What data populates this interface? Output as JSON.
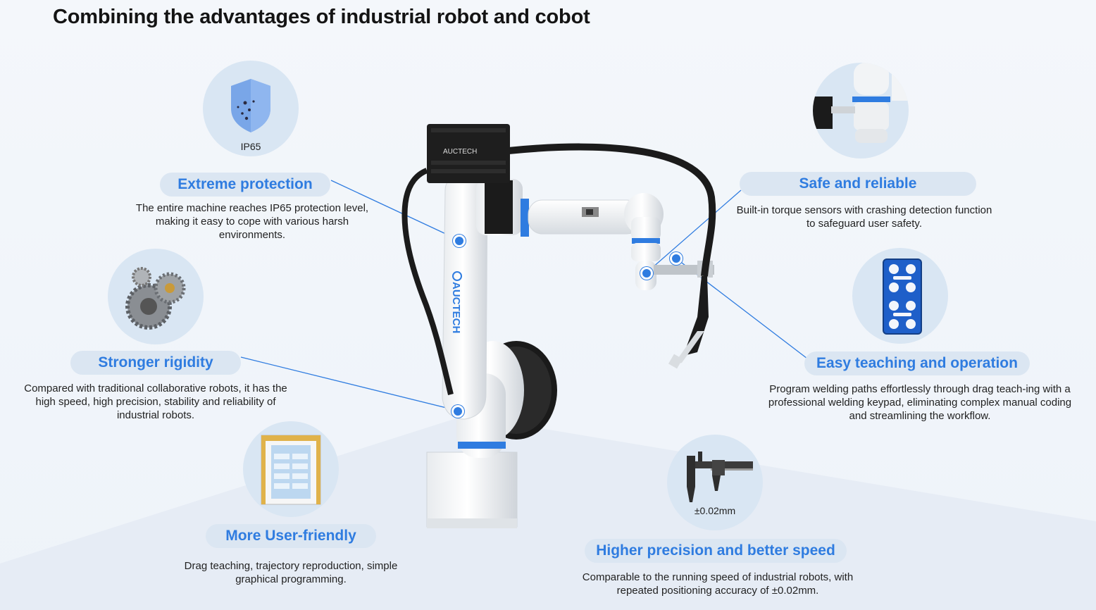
{
  "title": "Combining the advantages of industrial robot and cobot",
  "brand": "AUCTECH",
  "features": {
    "protection": {
      "heading": "Extreme protection",
      "badge": "IP65",
      "desc": "The entire machine reaches IP65 protection level, making it easy to cope with various harsh environments."
    },
    "rigidity": {
      "heading": "Stronger rigidity",
      "desc": "Compared with traditional collaborative robots, it has the high speed, high precision, stability and reliability of industrial robots."
    },
    "friendly": {
      "heading": "More User-friendly",
      "desc": "Drag teaching, trajectory reproduction, simple graphical programming."
    },
    "safe": {
      "heading": "Safe and reliable",
      "desc": "Built-in torque sensors with crashing detection function to safeguard user safety."
    },
    "teaching": {
      "heading": "Easy teaching and operation",
      "desc": "Program welding paths effortlessly through drag teach-ing with a professional welding keypad, eliminating complex manual coding and streamlining the workflow."
    },
    "precision": {
      "heading": "Higher precision and better speed",
      "badge": "±0.02mm",
      "desc": "Comparable to the running speed of industrial robots, with repeated positioning accuracy of ±0.02mm."
    }
  },
  "colors": {
    "accent": "#2f7ce0",
    "pill_bg": "#dbe6f2",
    "circle_bg": "#d9e6f3"
  }
}
